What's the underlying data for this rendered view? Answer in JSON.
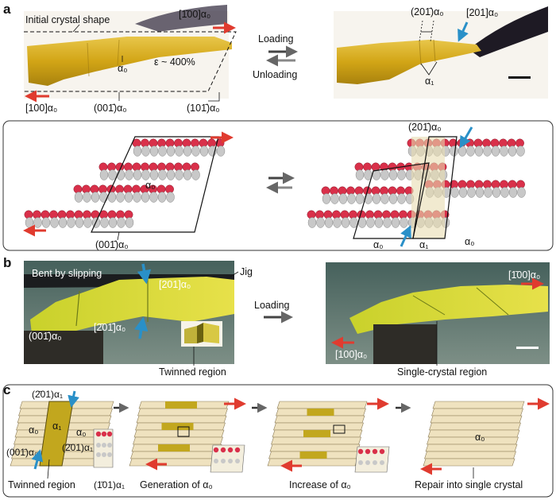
{
  "panels": {
    "a": "a",
    "b": "b",
    "c": "c"
  },
  "a": {
    "initial_shape": "Initial crystal shape",
    "m100bar": "[1̄00]α₀",
    "p100": "[100]α₀",
    "alpha0": "α₀",
    "strain": "ε ~ 400%",
    "plane001": "(001̄)α₀",
    "plane101": "(101̄)α₀",
    "loading": "Loading",
    "unloading": "Unloading",
    "plane201bar": "(201̄)α₀",
    "dir201": "[201]α₀",
    "alpha1": "α₁"
  },
  "model": {
    "alpha0": "α₀",
    "plane001": "(001̄)α₀",
    "plane201bar": "(201̄)α₀",
    "alpha0_left": "α₀",
    "alpha1": "α₁",
    "alpha0_right": "α₀"
  },
  "b": {
    "bent": "Bent by slipping",
    "dir201": "[201]α₀",
    "jig": "Jig",
    "plane001": "(001̄)α₀",
    "dir2bar01bar": "[2̄01̄]α₀",
    "twinned": "Twinned region",
    "loading": "Loading",
    "m100bar": "[1̄00]α₀",
    "p100": "[100]α₀",
    "single": "Single-crystal region"
  },
  "c": {
    "plane201_top": "(2̄01)α₁",
    "alpha0_l": "α₀",
    "alpha1": "α₁",
    "alpha0_r": "α₀",
    "plane201_mid": "(2̄01)α₁",
    "plane001": "(001̄)α₀",
    "twinned": "Twinned region",
    "plane101": "(1̄01)α₁",
    "generation": "Generation of α₀",
    "increase": "Increase of α₀",
    "repair": "Repair into single crystal",
    "alpha0_final": "α₀"
  },
  "colors": {
    "crystal": "#d9b21e",
    "slab": "#efe2bf",
    "twin": "#c2a71e",
    "arrow_red": "#e03b2f",
    "arrow_blue": "#2a90c8",
    "oxygen": "#d9304a",
    "carbon": "#c8c8c8"
  }
}
